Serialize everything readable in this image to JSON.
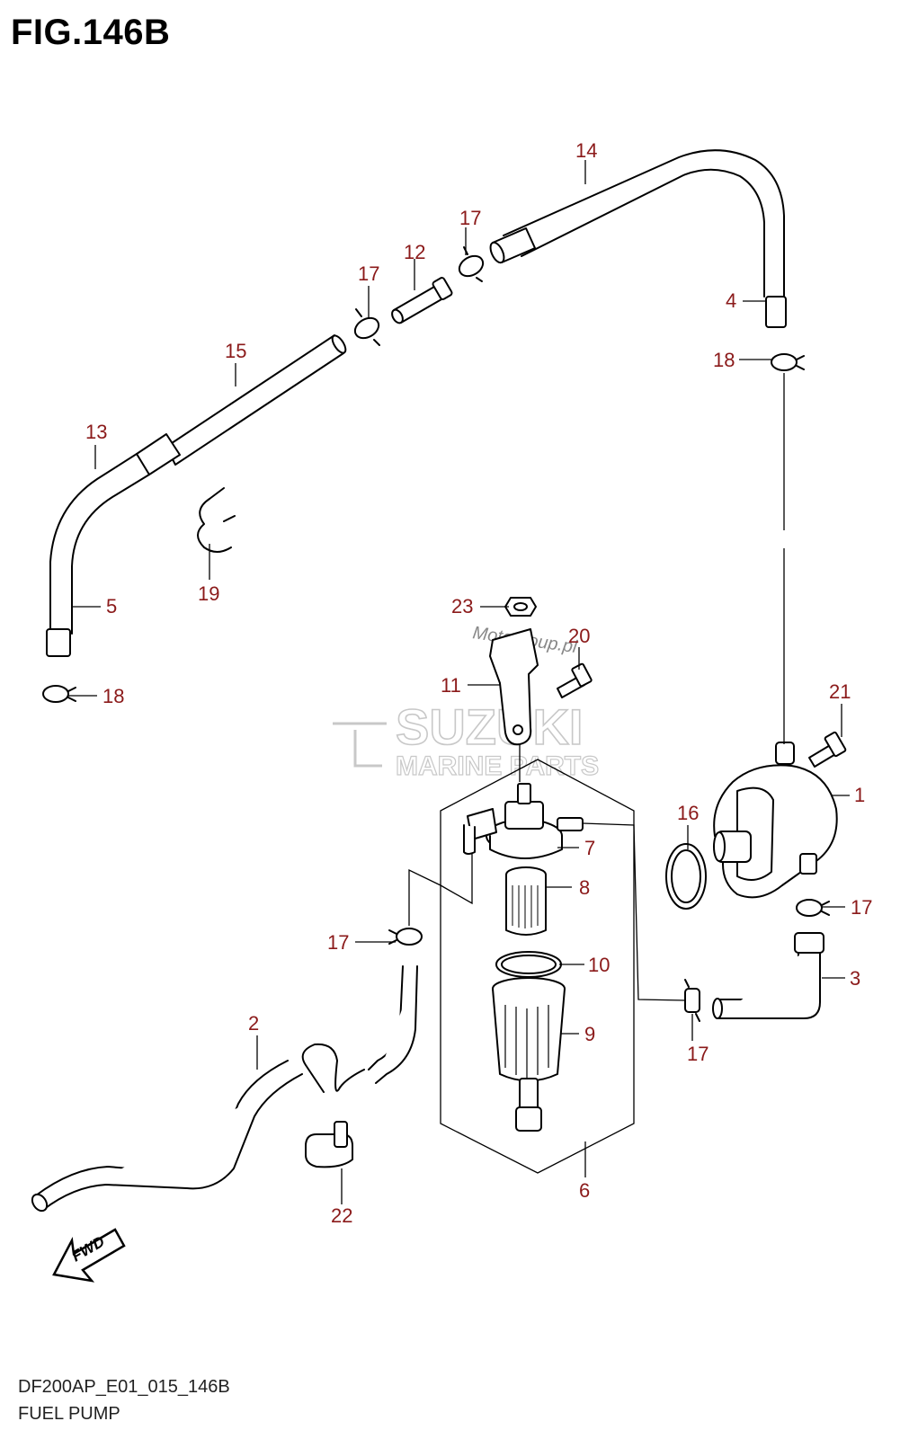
{
  "figure_title": "FIG.146B",
  "footer": {
    "code": "DF200AP_E01_015_146B",
    "name": "FUEL PUMP"
  },
  "watermark": {
    "brand": "SUZUKI",
    "sub": "MARINE PARTS",
    "site": "Motogroup.pl"
  },
  "direction_marker": "FWD",
  "callouts": [
    {
      "id": "c1",
      "label": "1"
    },
    {
      "id": "c2",
      "label": "2"
    },
    {
      "id": "c3",
      "label": "3"
    },
    {
      "id": "c4",
      "label": "4"
    },
    {
      "id": "c5",
      "label": "5"
    },
    {
      "id": "c6",
      "label": "6"
    },
    {
      "id": "c7",
      "label": "7"
    },
    {
      "id": "c8",
      "label": "8"
    },
    {
      "id": "c9",
      "label": "9"
    },
    {
      "id": "c10",
      "label": "10"
    },
    {
      "id": "c11",
      "label": "11"
    },
    {
      "id": "c12",
      "label": "12"
    },
    {
      "id": "c13",
      "label": "13"
    },
    {
      "id": "c14",
      "label": "14"
    },
    {
      "id": "c15",
      "label": "15"
    },
    {
      "id": "c16",
      "label": "16"
    },
    {
      "id": "c17a",
      "label": "17"
    },
    {
      "id": "c17b",
      "label": "17"
    },
    {
      "id": "c17c",
      "label": "17"
    },
    {
      "id": "c17d",
      "label": "17"
    },
    {
      "id": "c17e",
      "label": "17"
    },
    {
      "id": "c18a",
      "label": "18"
    },
    {
      "id": "c18b",
      "label": "18"
    },
    {
      "id": "c19",
      "label": "19"
    },
    {
      "id": "c20",
      "label": "20"
    },
    {
      "id": "c21",
      "label": "21"
    },
    {
      "id": "c22",
      "label": "22"
    },
    {
      "id": "c23",
      "label": "23"
    }
  ],
  "colors": {
    "callout": "#8b1a1a",
    "line": "#000000",
    "watermark": "#c8c8c8"
  }
}
